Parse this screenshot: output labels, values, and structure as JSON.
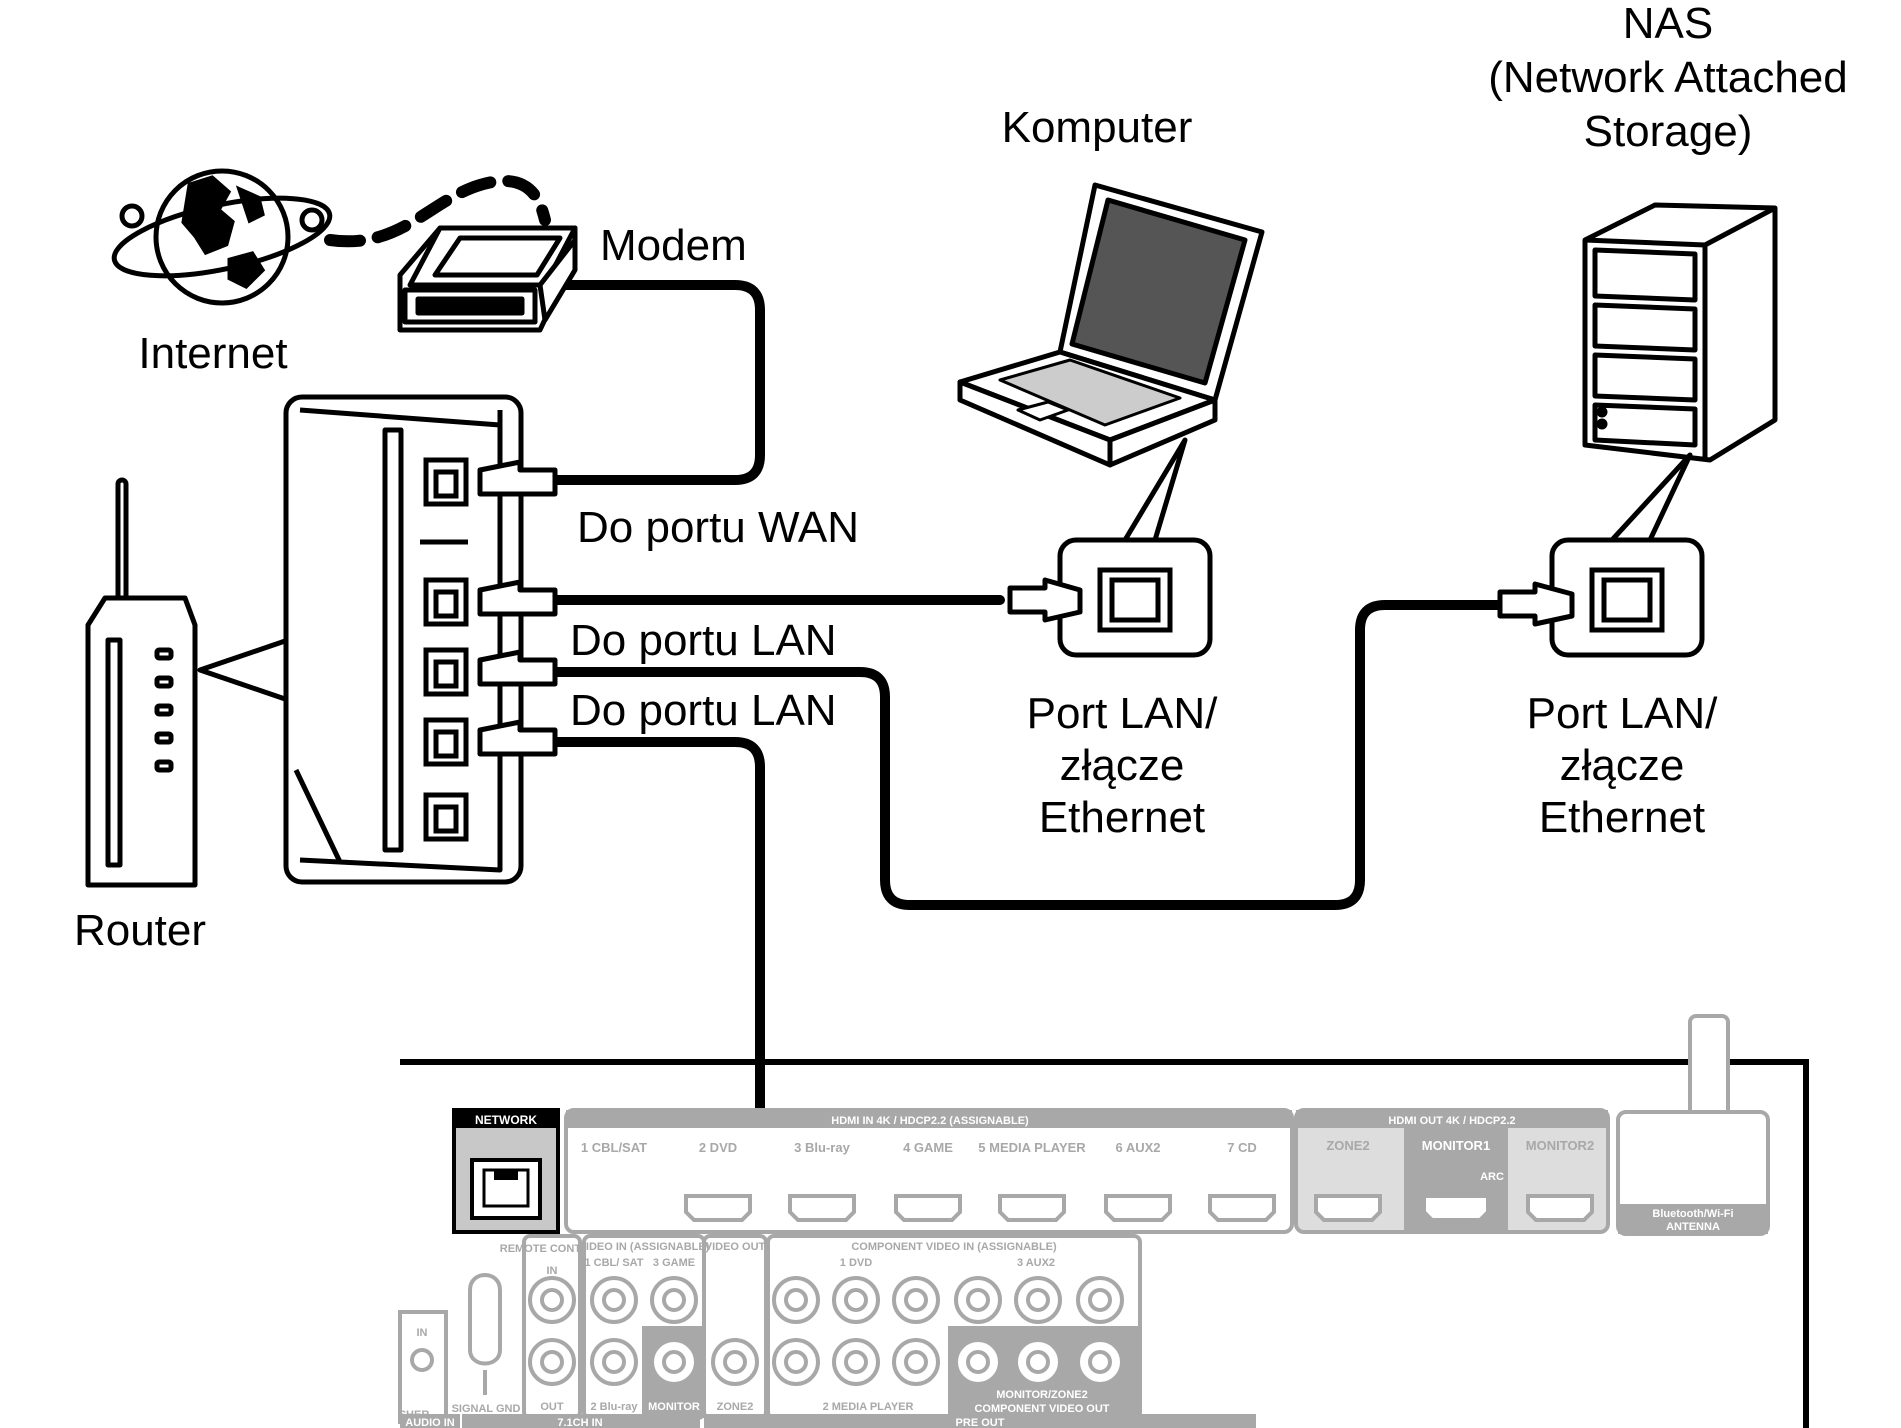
{
  "labels": {
    "nas_line1": "NAS",
    "nas_line2": "(Network Attached",
    "nas_line3": "Storage)",
    "computer": "Komputer",
    "modem": "Modem",
    "internet": "Internet",
    "router": "Router",
    "wan_port": "Do portu WAN",
    "lan_port_1": "Do portu LAN",
    "lan_port_2": "Do portu LAN",
    "port_left_l1": "Port LAN/",
    "port_left_l2": "złącze",
    "port_left_l3": "Ethernet",
    "port_right_l1": "Port LAN/",
    "port_right_l2": "złącze",
    "port_right_l3": "Ethernet"
  },
  "receiver": {
    "network": "NETWORK",
    "hdmi_in": "HDMI IN   4K / HDCP2.2   (ASSIGNABLE)",
    "hdmi_inputs": [
      "1 CBL/SAT",
      "2 DVD",
      "3 Blu-ray",
      "4 GAME",
      "5 MEDIA PLAYER",
      "6 AUX2",
      "7 CD"
    ],
    "hdmi_out": "HDMI OUT   4K / HDCP2.2",
    "hdmi_outputs": [
      "ZONE2",
      "MONITOR1",
      "MONITOR2"
    ],
    "arc": "ARC",
    "antenna_l1": "Bluetooth/Wi-Fi",
    "antenna_l2": "ANTENNA",
    "remote_control": "REMOTE CONTROL",
    "rc_in": "IN",
    "rc_out": "OUT",
    "video_in": "VIDEO IN (ASSIGNABLE)",
    "video_out": "VIDEO OUT",
    "vin_1": "1 CBL/ SAT",
    "vin_3": "3 GAME",
    "vin_2": "2 Blu-ray",
    "monitor": "MONITOR",
    "zone2": "ZONE2",
    "comp_in": "COMPONENT VIDEO IN (ASSIGNABLE)",
    "comp_1": "1  DVD",
    "comp_3": "3  AUX2",
    "comp_2": "2  MEDIA PLAYER",
    "monitor_zone2": "MONITOR/ZONE2",
    "comp_out": "COMPONENT VIDEO OUT",
    "signal_gnd": "SIGNAL GND",
    "in_label": "IN",
    "sher": "SHER",
    "audio_in": "AUDIO IN",
    "ch_in": "7.1CH IN",
    "pre_out": "PRE OUT"
  }
}
